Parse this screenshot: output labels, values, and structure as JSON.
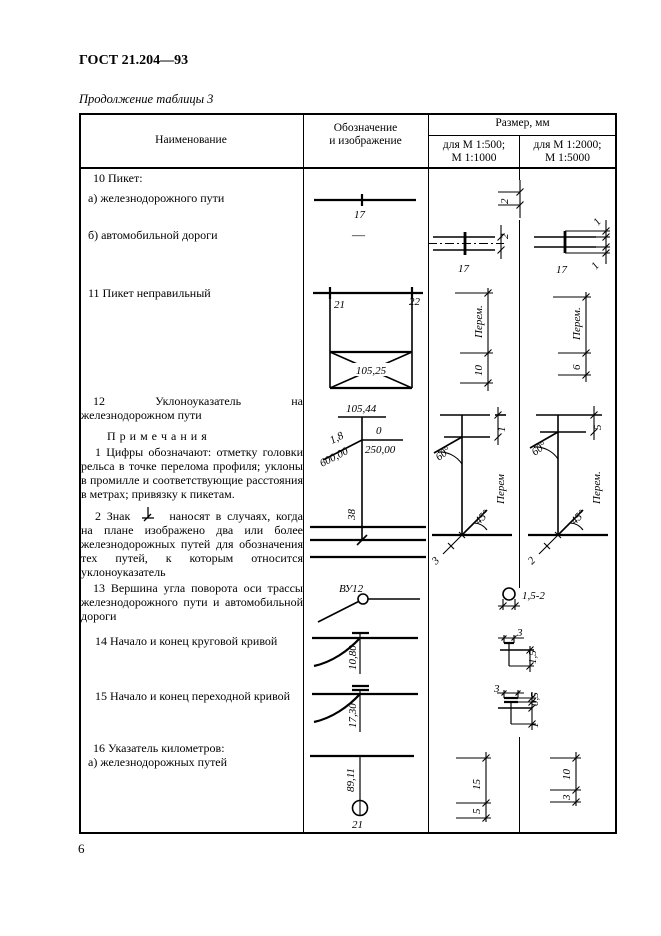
{
  "page": {
    "gost": "ГОСТ 21.204—93",
    "table_caption": "Продолжение таблицы 3",
    "page_number": "6"
  },
  "table": {
    "headers": {
      "name": "Наименование",
      "designation1": "Обозначение",
      "designation2": "и изображение",
      "size": "Размер, мм",
      "size1a": "для М 1:500;",
      "size1b": "М 1:1000",
      "size2a": "для М 1:2000;",
      "size2b": "М 1:5000"
    },
    "r10": {
      "title": "10 Пикет:",
      "item_a": "а) железнодорожного пути",
      "item_b": "б) автомобильной дороги",
      "sym_label": "17",
      "sym_dash": "—",
      "dim_a": "2",
      "dim_b1": "2",
      "dim_b1_label": "17",
      "dim_b2_top": "1",
      "dim_b2_bottom": "1",
      "dim_b2_label": "17"
    },
    "r11": {
      "title": "11 Пикет неправильный",
      "picket_left": "21",
      "picket_right": "22",
      "value": "105,25",
      "dim1_top": "Перем.",
      "dim1_bottom": "10",
      "dim2_top": "Перем.",
      "dim2_bottom": "6"
    },
    "r12": {
      "title": "12 Уклоноуказатель на железнодорожном пути",
      "notes_title": "П р и м е ч а н и я",
      "note1": "1 Цифры обозначают: отметку головки рельса в точке перелома профиля; уклоны в промилле и соответствующие расстояния в метрах; привязку к пикетам.",
      "note2_prefix": "2 Знак",
      "note2_suffix": "наносят в случаях, когда на плане изображено два или более железнодорожных путей для обозначения тех путей, к которым относится уклоноуказатель",
      "mark": "105,44",
      "zero": "0",
      "dist_right": "250,00",
      "slope": "1,8",
      "dist_left": "600,00",
      "tie": "38",
      "dim1_top": "1",
      "dim1_angle1": "60°",
      "dim1_mid": "Перем",
      "dim1_angle2": "45°",
      "dim1_bottom": "3",
      "dim2_top": "5",
      "dim2_angle1": "60°",
      "dim2_mid": "Перем.",
      "dim2_angle2": "45°",
      "dim2_bottom": "2"
    },
    "r13": {
      "title": "13 Вершина угла поворота оси трассы железнодорожного пути и автомобильной дороги",
      "sym_label": "ВУ12",
      "dim": "1,5-2"
    },
    "r14": {
      "title": "14 Начало и конец круговой кривой",
      "sym_label": "10,80",
      "dim_width": "3",
      "dim_height": "1,5"
    },
    "r15": {
      "title": "15 Начало и конец переходной кривой",
      "sym_label": "17,30",
      "dim_width": "3",
      "dim_gap": "0,5",
      "dim_height": "1"
    },
    "r16": {
      "title": "16 Указатель километров:",
      "item_a": "а) железнодорожных путей",
      "sym_label": "89,11",
      "km": "21",
      "dim1_top": "15",
      "dim1_bottom": "5",
      "dim2_top": "10",
      "dim2_bottom": "3"
    }
  }
}
